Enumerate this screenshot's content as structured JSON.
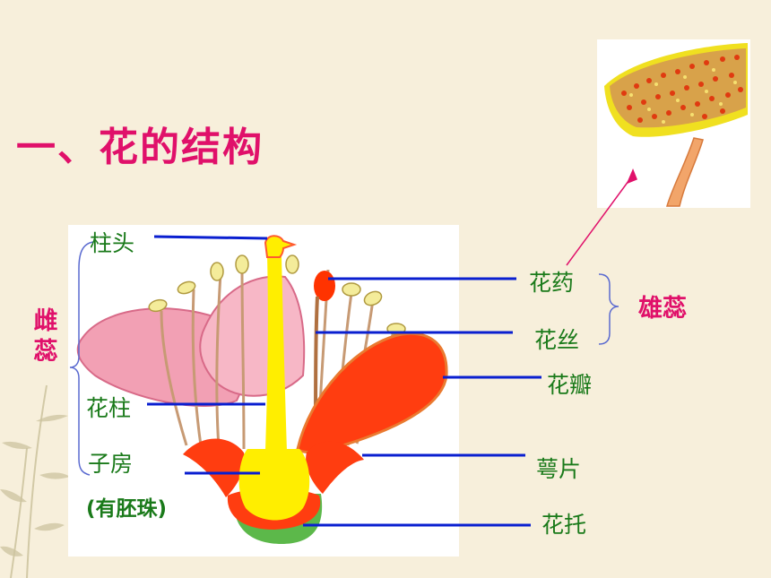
{
  "title": "一、花的结构",
  "labels": {
    "stigma": "柱头",
    "style": "花柱",
    "ovary": "子房",
    "ovary_note": "(有胚珠)",
    "anther": "花药",
    "filament": "花丝",
    "petal": "花瓣",
    "sepal": "萼片",
    "receptacle": "花托",
    "pistil_char1": "雌",
    "pistil_char2": "蕊",
    "stamen": "雄蕊"
  },
  "colors": {
    "title": "#e0106a",
    "label_green": "#1a7a1a",
    "leader_blue": "#0a1fd0",
    "background": "#f7efdb"
  }
}
